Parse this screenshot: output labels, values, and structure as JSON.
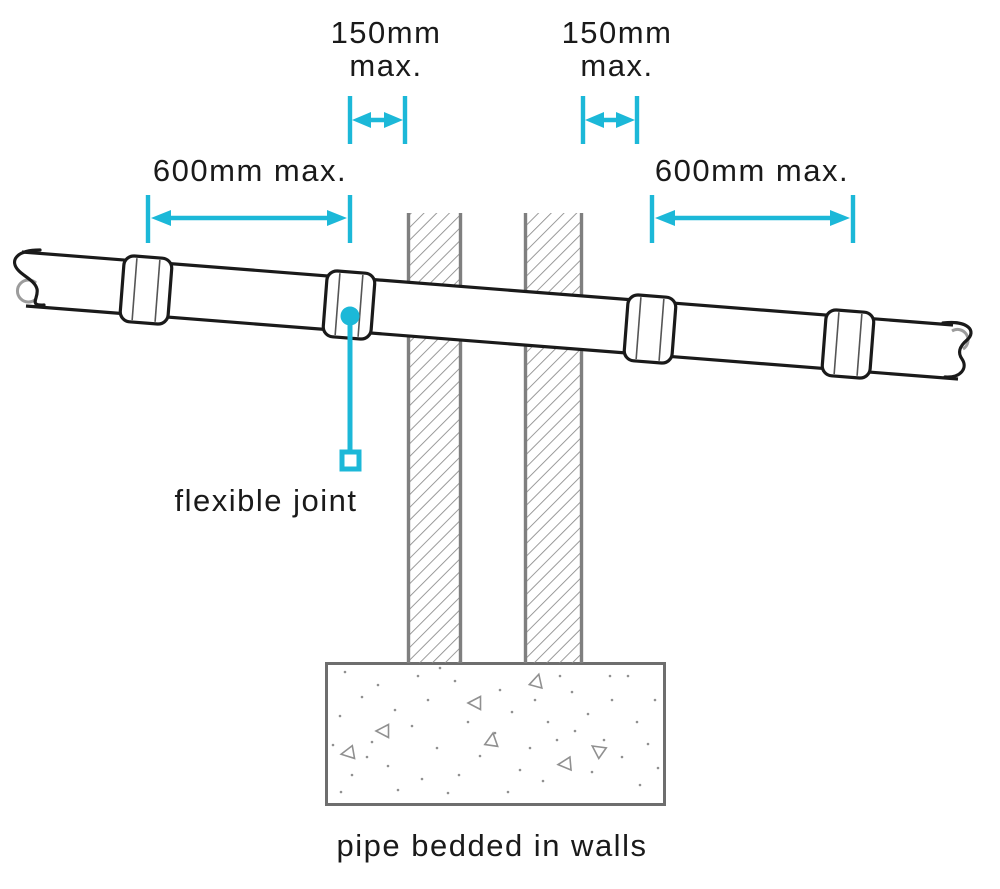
{
  "dims": {
    "gap_left": {
      "line1": "150mm",
      "line2": "max."
    },
    "gap_right": {
      "line1": "150mm",
      "line2": "max."
    },
    "span_left": {
      "label": "600mm max."
    },
    "span_right": {
      "label": "600mm max."
    }
  },
  "annotations": {
    "flexible_joint": "flexible joint",
    "caption": "pipe bedded in walls"
  },
  "colors": {
    "accent": "#1cb8d8",
    "ink": "#1a1a1a",
    "hatch": "#8a8a8a",
    "wall-edge": "#7f7f7f",
    "foundation-edge": "#6e6e6e",
    "speckle": "#909090",
    "break-back": "#9c9c9c"
  }
}
